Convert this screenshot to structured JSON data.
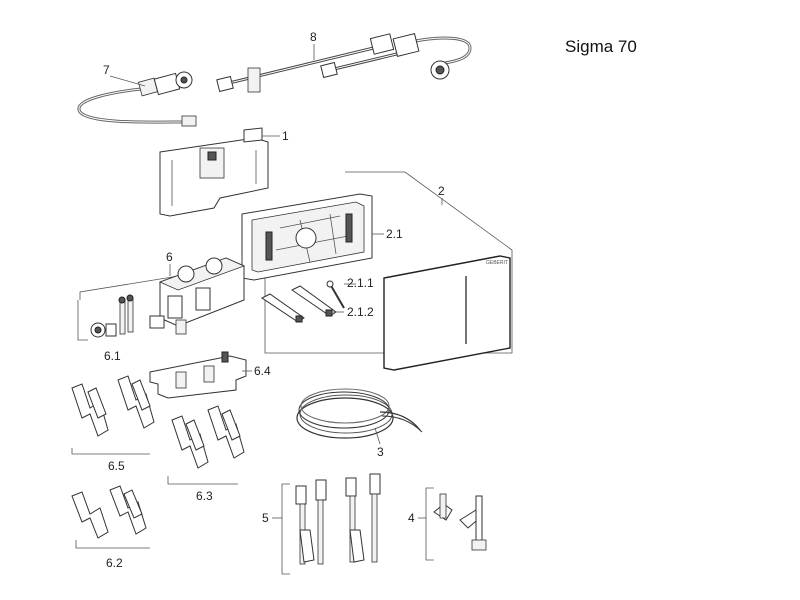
{
  "title": "Sigma 70",
  "logo": "GEBERIT",
  "callouts": {
    "c1": "1",
    "c2": "2",
    "c21": "2.1",
    "c211": "2.1.1",
    "c212": "2.1.2",
    "c3": "3",
    "c4": "4",
    "c5": "5",
    "c6": "6",
    "c61": "6.1",
    "c62": "6.2",
    "c63": "6.3",
    "c64": "6.4",
    "c65": "6.5",
    "c7": "7",
    "c8": "8"
  }
}
